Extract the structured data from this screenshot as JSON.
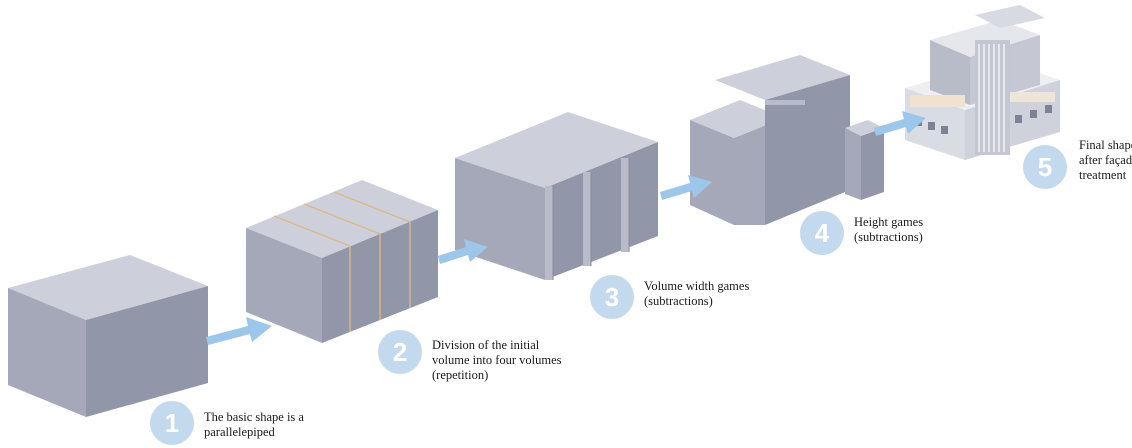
{
  "steps": [
    {
      "number": "1",
      "caption": [
        "The basic shape is a",
        "parallelepiped"
      ]
    },
    {
      "number": "2",
      "caption": [
        "Division of the initial",
        "volume into four volumes",
        "(repetition)"
      ]
    },
    {
      "number": "3",
      "caption": [
        "Volume width games",
        "(subtractions)"
      ]
    },
    {
      "number": "4",
      "caption": [
        "Height games",
        "(subtractions)"
      ]
    },
    {
      "number": "5",
      "caption": [
        "Final shape",
        "after façade",
        "treatment"
      ]
    }
  ],
  "colors": {
    "box_top": "#cccfda",
    "box_front": "#a4a7b8",
    "box_side": "#9195a8",
    "arrow": "#9cc6ea",
    "badge": "#c2d9ee",
    "seam": "#d9b98a"
  }
}
